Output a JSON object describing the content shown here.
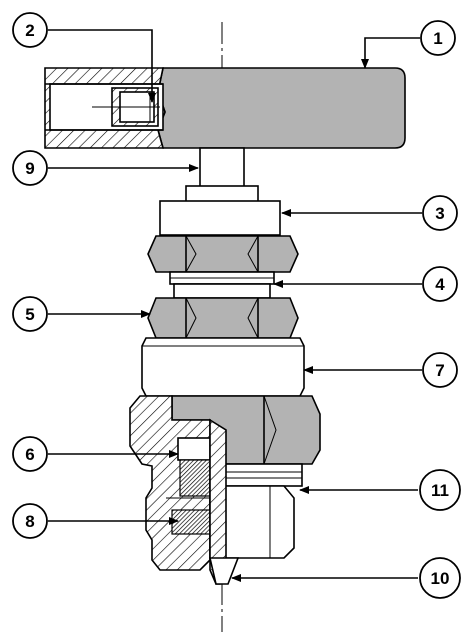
{
  "diagram": {
    "callouts": [
      {
        "id": "c1",
        "label": "1"
      },
      {
        "id": "c2",
        "label": "2"
      },
      {
        "id": "c3",
        "label": "3"
      },
      {
        "id": "c4",
        "label": "4"
      },
      {
        "id": "c5",
        "label": "5"
      },
      {
        "id": "c6",
        "label": "6"
      },
      {
        "id": "c7",
        "label": "7"
      },
      {
        "id": "c8",
        "label": "8"
      },
      {
        "id": "c9",
        "label": "9"
      },
      {
        "id": "c10",
        "label": "10"
      },
      {
        "id": "c11",
        "label": "11"
      }
    ],
    "colors": {
      "part_fill": "#b3b3b3",
      "line": "#000000",
      "background": "#ffffff"
    }
  }
}
